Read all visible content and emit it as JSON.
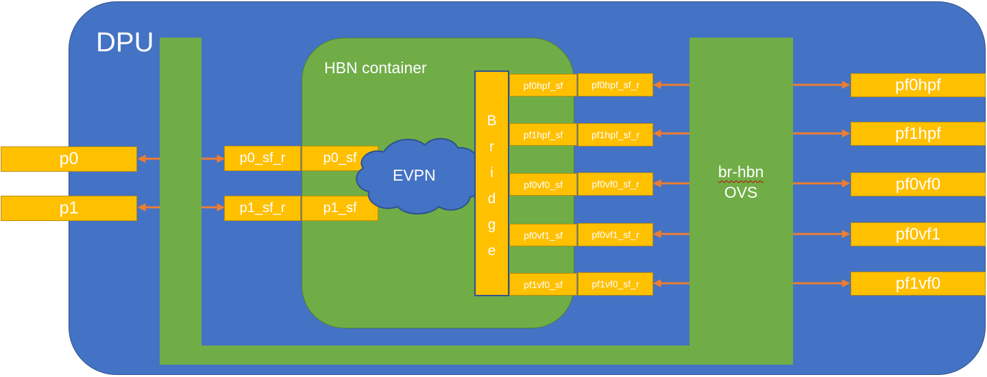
{
  "dpu": {
    "label": "DPU"
  },
  "hbn_container": {
    "label": "HBN container"
  },
  "evpn": {
    "label": "EVPN"
  },
  "bridge": {
    "letters": [
      "B",
      "r",
      "i",
      "d",
      "g",
      "e"
    ]
  },
  "ovs": {
    "line1": "br-hbn",
    "line2": "OVS"
  },
  "uplink_ports": [
    "p0",
    "p1"
  ],
  "uplink_sf_r": [
    "p0_sf_r",
    "p1_sf_r"
  ],
  "uplink_sf": [
    "p0_sf",
    "p1_sf"
  ],
  "host_sf": [
    "pf0hpf_sf",
    "pf1hpf_sf",
    "pf0vf0_sf",
    "pf0vf1_sf",
    "pf1vf0_sf"
  ],
  "host_sf_r": [
    "pf0hpf_sf_r",
    "pf1hpf_sf_r",
    "pf0vf0_sf_r",
    "pf0vf1_sf_r",
    "pf1vf0_sf_r"
  ],
  "host_ports": [
    "pf0hpf",
    "pf1hpf",
    "pf0vf0",
    "pf0vf1",
    "pf1vf0"
  ],
  "colors": {
    "dpu_blue": "#4472c4",
    "green": "#70ad47",
    "port_yellow": "#ffc000",
    "arrow_orange": "#ed7d31",
    "border_navy": "#2f528f"
  }
}
